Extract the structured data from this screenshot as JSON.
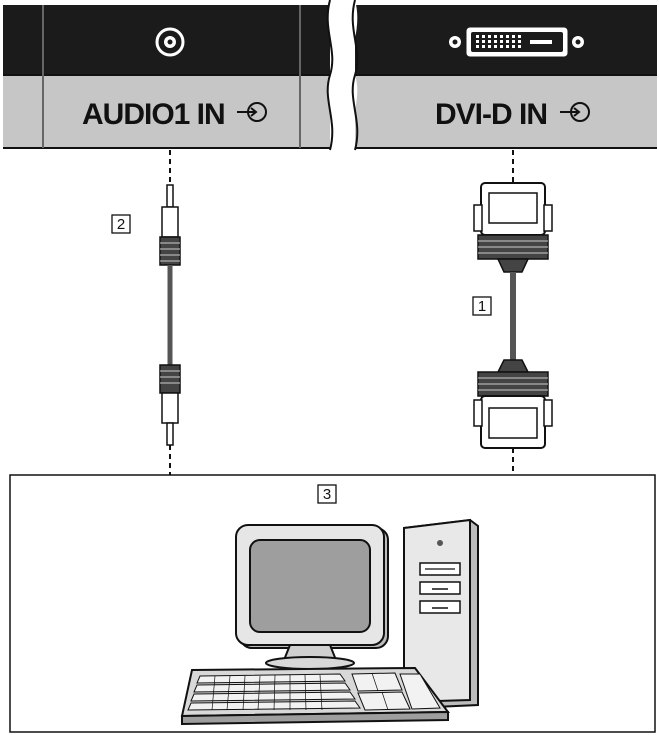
{
  "panel": {
    "audio_port_label": "AUDIO1 IN",
    "dvi_port_label": "DVI-D IN"
  },
  "callouts": {
    "dvi_cable_number": "1",
    "audio_cable_number": "2",
    "computer_number": "3"
  },
  "icons": {
    "audio_jack": "rca-jack-icon",
    "dvi_socket": "dvi-socket-icon",
    "input_arrow": "input-arrow-icon",
    "computer": "desktop-computer-icon"
  },
  "colors": {
    "panel_dark": "#1b1b1b",
    "panel_light": "#c6c6c6",
    "line": "#111111",
    "cable": "#555555"
  }
}
